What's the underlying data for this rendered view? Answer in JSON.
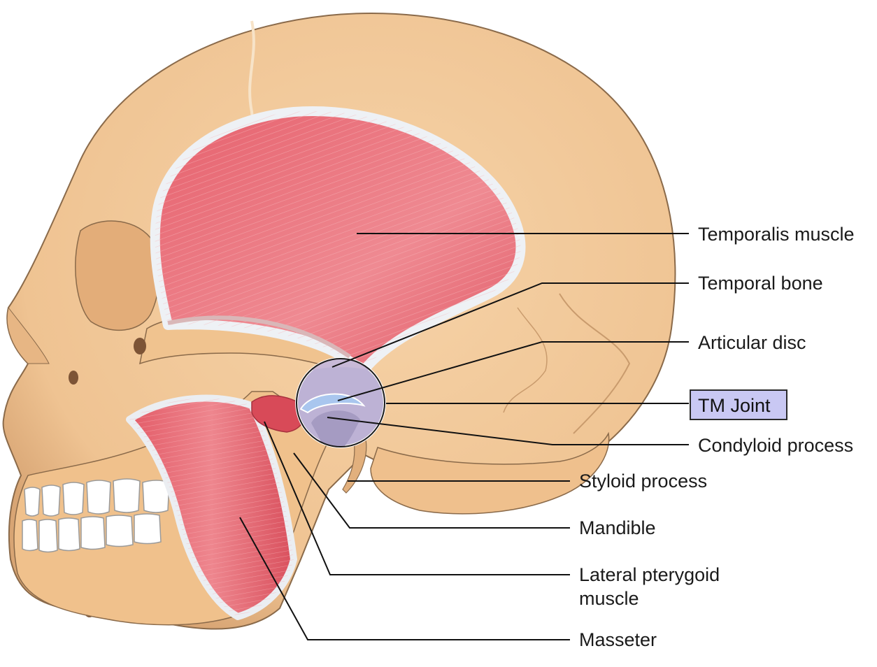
{
  "labels": {
    "temporalis_muscle": "Temporalis muscle",
    "temporal_bone": "Temporal bone",
    "articular_disc": "Articular disc",
    "tm_joint": "TM Joint",
    "condyloid_process": "Condyloid process",
    "styloid_process": "Styloid process",
    "mandible": "Mandible",
    "lateral_pterygoid_line1": "Lateral pterygoid",
    "lateral_pterygoid_line2": "muscle",
    "masseter": "Masseter"
  },
  "colors": {
    "bone": "#f1c89a",
    "bone_shadow": "#d9a877",
    "muscle": "#e0616c",
    "muscle_light": "#f08f95",
    "tendon": "#e9edf2",
    "joint_circle": "#bcb3d6",
    "disc": "#a9c6ee",
    "tm_joint_box": "#c9c8f3",
    "teeth": "#ffffff"
  }
}
